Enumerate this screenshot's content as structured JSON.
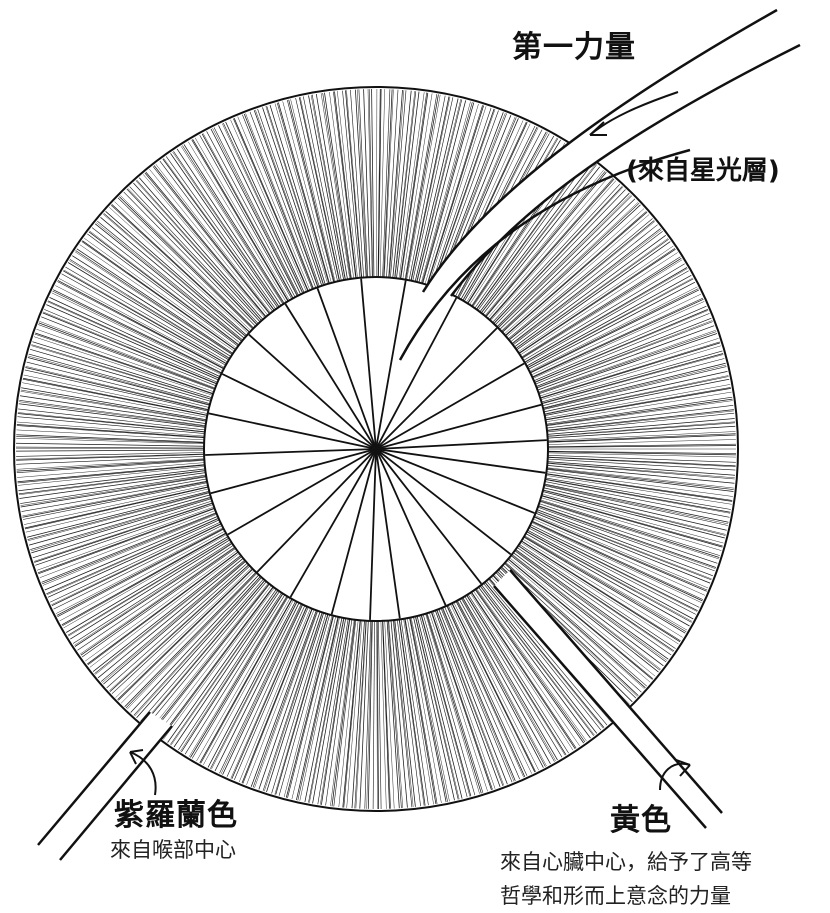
{
  "labels": {
    "first_force": "第一力量",
    "astral_source": "(來自星光層)",
    "violet": "紫羅蘭色",
    "violet_source": "來自喉部中心",
    "yellow": "黃色",
    "yellow_source_line1": "來自心臟中心，給予了高等",
    "yellow_source_line2": "哲學和形而上意念的力量"
  }
}
